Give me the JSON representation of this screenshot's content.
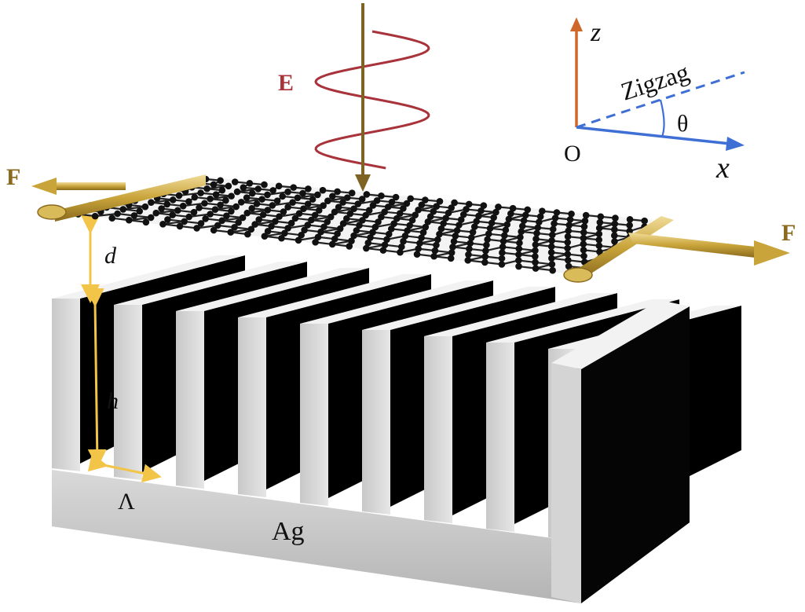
{
  "labels": {
    "field": "E",
    "force_left": "F",
    "force_right": "F",
    "gap": "d",
    "depth": "h",
    "period": "Λ",
    "material": "Ag",
    "axis_z": "z",
    "axis_x": "x",
    "origin": "O",
    "angle": "θ",
    "direction": "Zigzag"
  },
  "colors": {
    "e_wave": "#a8333b",
    "light_ray": "#7d6324",
    "force_arrow": "#c9a43a",
    "dim_lines": "#f2c447",
    "z_axis": "#d0672a",
    "x_axis": "#3e6fd4",
    "zigzag_line": "#3e6fd4",
    "groove_wall": "#000000",
    "silver_top": "#eeeeee",
    "silver_side": "#bdbdbd",
    "graphene_atom": "#111111"
  }
}
